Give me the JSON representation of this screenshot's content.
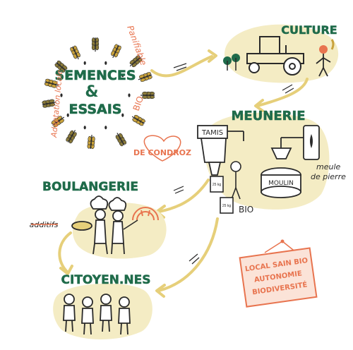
{
  "colors": {
    "green": "#1f6b4a",
    "orange": "#e8744f",
    "yellow": "#e6cf7a",
    "blob": "#f4ecc4",
    "ink": "#2a2a2a",
    "wheat": "#c9a23c",
    "sign": "#fbe3d8"
  },
  "labels": {
    "semences": "SEMENCES",
    "and": "&",
    "essais": "ESSAIS",
    "adaptation": "Adaptation locale",
    "panifiable": "Panifiable",
    "bio_seeds": "BIO",
    "culture": "CULTURE",
    "meunerie": "MEUNERIE",
    "tamis": "TAMIS",
    "moulin": "MOULIN",
    "meule": "meule",
    "de_pierre": "de pierre",
    "de_condroz": "DE CONDROZ",
    "bio_bag": "BIO",
    "bag1": "25 kg",
    "bag2": "25 kg",
    "boulangerie": "BOULANGERIE",
    "additifs": "additifs",
    "citoyens": "CITOYEN.NES",
    "sign_line1": "LOCAL SAIN BIO",
    "sign_line2": "AUTONOMIE",
    "sign_line3": "BIODIVERSITÉ"
  },
  "icons": [
    "wheat-ear-icon",
    "tractor-icon",
    "farmer-icon",
    "tree-icon",
    "mill-icon",
    "baker-icon",
    "person-icon",
    "heart-icon",
    "truck-icon"
  ]
}
